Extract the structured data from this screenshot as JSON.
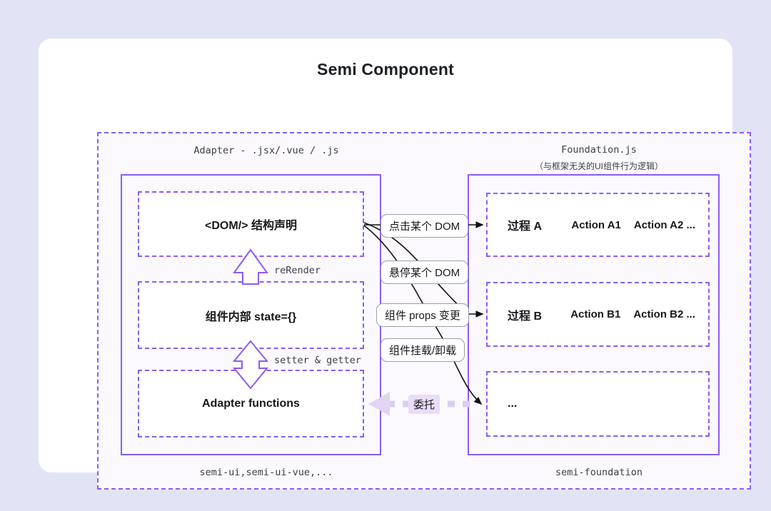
{
  "page": {
    "title": "Semi Component",
    "background_color": "#e2e4f6",
    "card_color": "#ffffff",
    "accent_color": "#8b5cf6"
  },
  "columns": {
    "adapter": {
      "caption": "Adapter - .jsx/.vue / .js",
      "footer": "semi-ui,semi-ui-vue,...",
      "boxes": [
        {
          "label": "<DOM/> 结构声明"
        },
        {
          "label": "组件内部 state={}"
        },
        {
          "label": "Adapter functions"
        }
      ],
      "edges": [
        {
          "label": "reRender",
          "direction": "up"
        },
        {
          "label": "setter & getter",
          "direction": "both"
        }
      ]
    },
    "foundation": {
      "caption": "Foundation.js",
      "subcaption": "（与框架无关的UI组件行为逻辑）",
      "footer": "semi-foundation",
      "processes": [
        {
          "name": "过程 A",
          "actions": [
            "Action A1",
            "Action A2 ..."
          ]
        },
        {
          "name": "过程 B",
          "actions": [
            "Action B1",
            "Action B2 ..."
          ]
        },
        {
          "name": "...",
          "actions": []
        }
      ]
    }
  },
  "events": {
    "pills": [
      {
        "label": "点击某个 DOM"
      },
      {
        "label": "悬停某个 DOM"
      },
      {
        "label": "组件 props 变更"
      },
      {
        "label": "组件挂载/卸载"
      }
    ],
    "delegate_label": "委托"
  }
}
